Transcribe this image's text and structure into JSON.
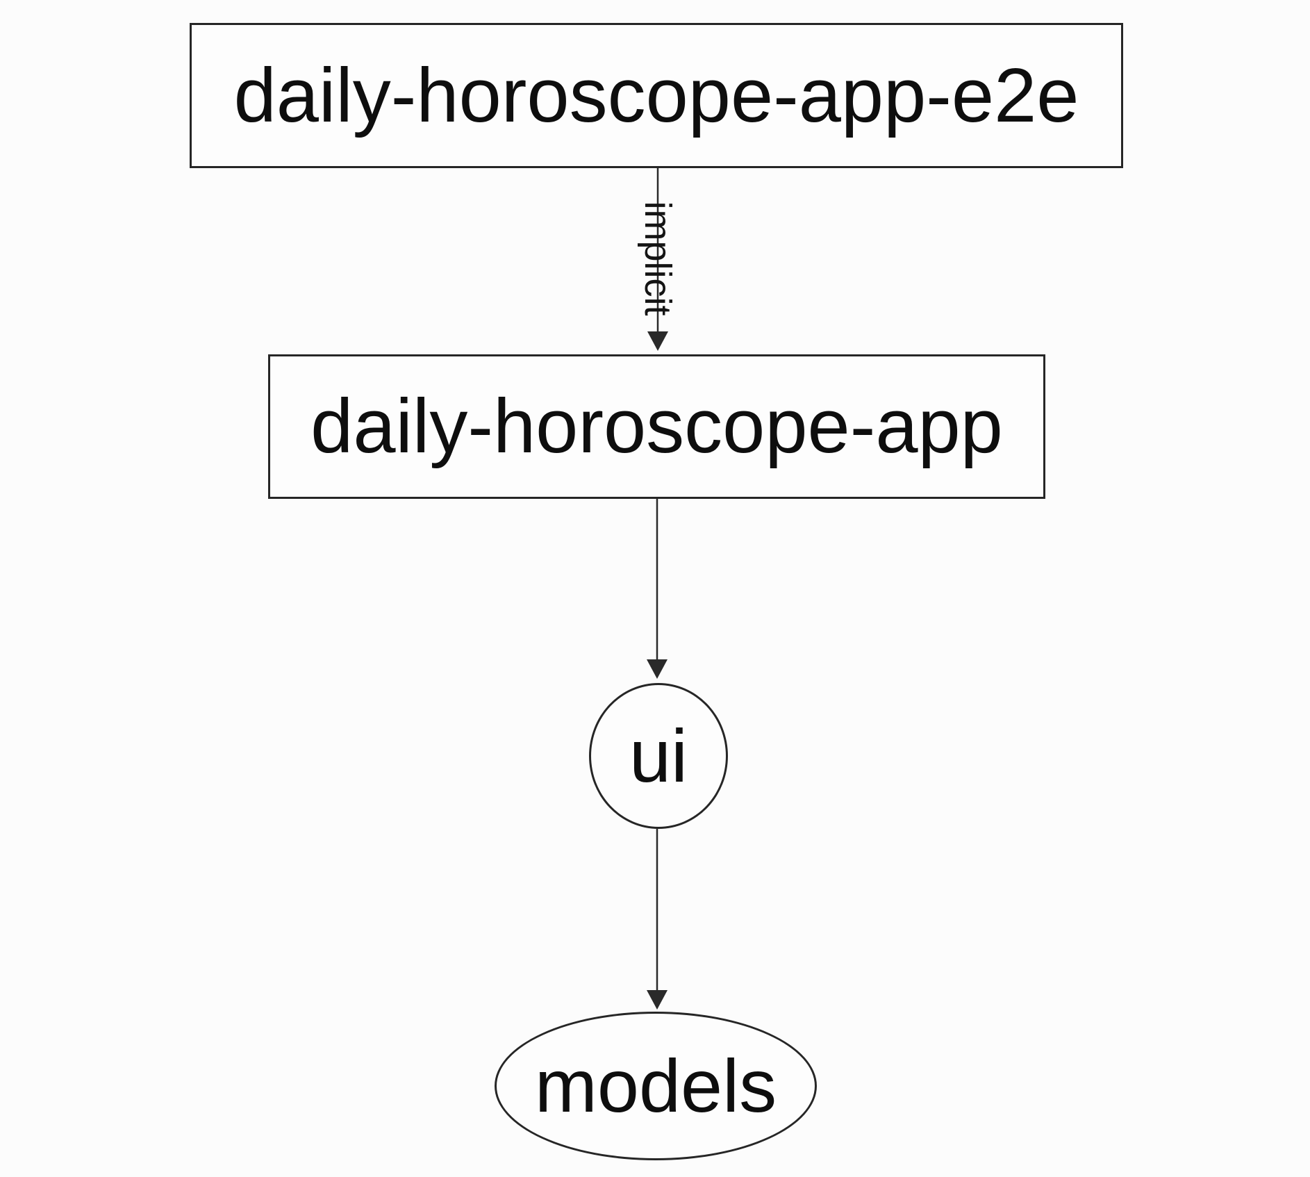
{
  "diagram": {
    "type": "dependency-graph",
    "colors": {
      "background": "#fcfcfc",
      "node_fill": "#fdfdfd",
      "stroke": "#262626",
      "text": "#0e0e0e"
    },
    "nodes": [
      {
        "id": "daily-horoscope-app-e2e",
        "label": "daily-horoscope-app-e2e",
        "shape": "rectangle"
      },
      {
        "id": "daily-horoscope-app",
        "label": "daily-horoscope-app",
        "shape": "rectangle"
      },
      {
        "id": "ui",
        "label": "ui",
        "shape": "ellipse"
      },
      {
        "id": "models",
        "label": "models",
        "shape": "ellipse"
      }
    ],
    "edges": [
      {
        "from": "daily-horoscope-app-e2e",
        "to": "daily-horoscope-app",
        "label": "implicit",
        "arrow": "down"
      },
      {
        "from": "daily-horoscope-app",
        "to": "ui",
        "label": "",
        "arrow": "down"
      },
      {
        "from": "ui",
        "to": "models",
        "label": "",
        "arrow": "down"
      }
    ]
  }
}
